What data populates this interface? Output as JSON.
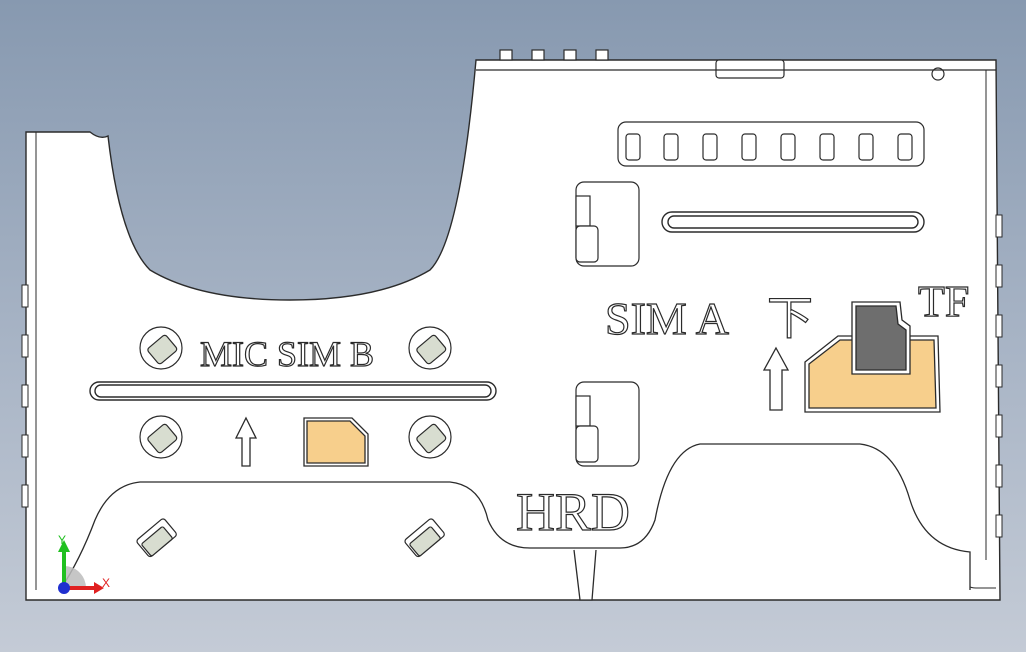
{
  "labels": {
    "mic_sim_b": "MIC SIM B",
    "sim_a": "SIM A",
    "down_char": "下",
    "tf": "TF",
    "brand": "HRD"
  },
  "triad": {
    "y_label": "Y",
    "x_label": "X"
  },
  "icons": {
    "triad": "coordinate-triad-icon",
    "slot_arrows": "up-arrow-icon"
  },
  "colors": {
    "background_top": "#8799b0",
    "background_bottom": "#c4cbd6",
    "body": "#ffffff",
    "outline": "#2b2b2b",
    "card_fill": "#f7cf8c",
    "tf_fill": "#6e6e6e",
    "contact_fill": "#d8ddd0",
    "axis_x": "#e02020",
    "axis_y": "#20c020",
    "axis_z": "#2030d0"
  }
}
